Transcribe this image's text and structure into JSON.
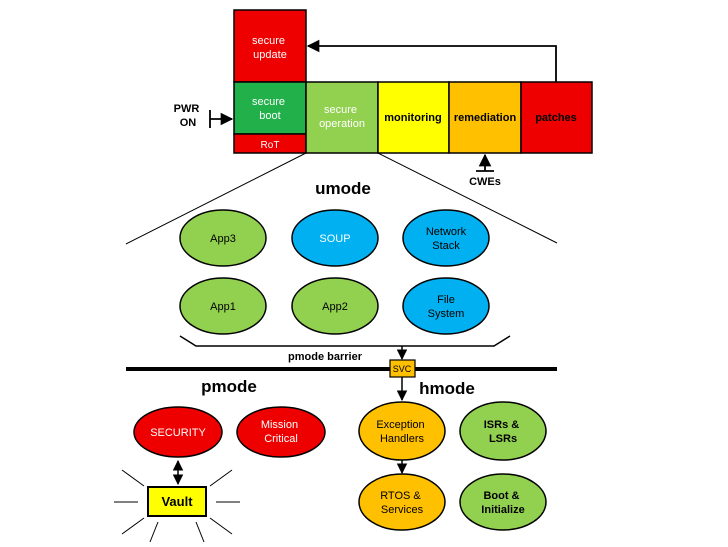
{
  "lifecycle": {
    "secure_update": [
      "secure",
      "update"
    ],
    "secure_boot": [
      "secure",
      "boot"
    ],
    "rot": "RoT",
    "secure_operation": [
      "secure",
      "operation"
    ],
    "monitoring": "monitoring",
    "remediation": "remediation",
    "patches": "patches",
    "pwr_on": [
      "PWR",
      "ON"
    ],
    "cwes": "CWEs"
  },
  "umode": {
    "title": "umode",
    "nodes": {
      "app3": [
        "App3"
      ],
      "soup": [
        "SOUP"
      ],
      "network_stack": [
        "Network",
        "Stack"
      ],
      "app1": [
        "App1"
      ],
      "app2": [
        "App2"
      ],
      "file_system": [
        "File",
        "System"
      ]
    }
  },
  "barrier": {
    "label": "pmode barrier",
    "svc": "SVC"
  },
  "pmode": {
    "title": "pmode",
    "security": [
      "SECURITY"
    ],
    "mission_critical": [
      "Mission",
      "Critical"
    ],
    "vault": "Vault"
  },
  "hmode": {
    "title": "hmode",
    "exception_handlers": [
      "Exception",
      "Handlers"
    ],
    "isrs_lsrs": [
      "ISRs &",
      "LSRs"
    ],
    "rtos_services": [
      "RTOS &",
      "Services"
    ],
    "boot_initialize": [
      "Boot &",
      "Initialize"
    ]
  },
  "colors": {
    "red": "#ee0000",
    "green_dark": "#22b04b",
    "green_light": "#92d050",
    "yellow": "#ffff00",
    "orange": "#ffc000",
    "blue": "#00b0f0",
    "stroke": "#000000"
  }
}
